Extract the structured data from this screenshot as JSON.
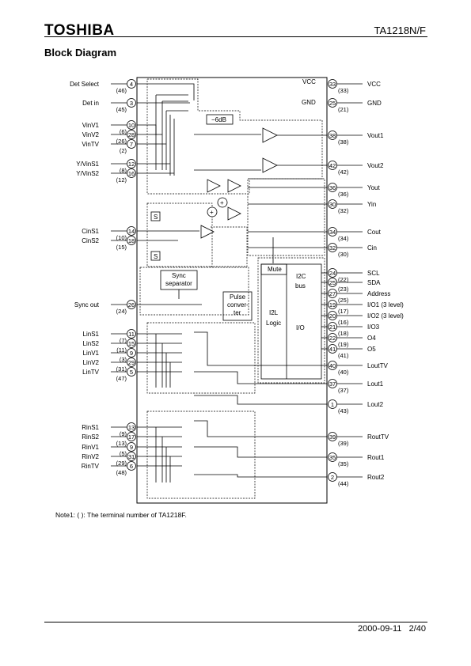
{
  "header": {
    "logo": "TOSHIBA",
    "part": "TA1218N/F"
  },
  "section_title": "Block Diagram",
  "note": "Note1: (    ): The terminal number of TA1218F.",
  "footer": {
    "date": "2000-09-11",
    "page": "2/40"
  },
  "internal_labels": {
    "vcc": "VCC",
    "gnd": "GND",
    "db": "−6dB",
    "mute": "Mute",
    "i2c": "I2C",
    "bus": "bus",
    "i2l": "I2L",
    "logic": "Logic",
    "io": "I/O",
    "sync_sep_1": "Sync",
    "sync_sep_2": "separator",
    "pulse_1": "Pulse",
    "pulse_2": "conver-",
    "pulse_3": "ter",
    "s": "S",
    "plus": "+"
  },
  "left_pins": [
    {
      "label": "Det Select",
      "pin": "4",
      "alt": "(46)"
    },
    {
      "label": "Det in",
      "pin": "3",
      "alt": "(45)"
    },
    {
      "label": "VinV1",
      "pin": "10",
      "alt": "(6)"
    },
    {
      "label": "VinV2",
      "pin": "28",
      "alt": "(26)"
    },
    {
      "label": "VinTV",
      "pin": "7",
      "alt": "(2)"
    },
    {
      "label": "Y/VinS1",
      "pin": "12",
      "alt": "(8)"
    },
    {
      "label": "Y/VinS2",
      "pin": "16",
      "alt": "(12)"
    },
    {
      "label": "CinS1",
      "pin": "14",
      "alt": "(10)"
    },
    {
      "label": "CinS2",
      "pin": "18",
      "alt": "(15)"
    },
    {
      "label": "Sync out",
      "pin": "26",
      "alt": "(24)"
    },
    {
      "label": "LinS1",
      "pin": "11",
      "alt": "(7)"
    },
    {
      "label": "LinS2",
      "pin": "15",
      "alt": "(11)"
    },
    {
      "label": "LinV1",
      "pin": "9",
      "alt": "(3)"
    },
    {
      "label": "LinV2",
      "pin": "29",
      "alt": "(31)"
    },
    {
      "label": "LinTV",
      "pin": "5",
      "alt": "(47)"
    },
    {
      "label": "RinS1",
      "pin": "13",
      "alt": "(9)"
    },
    {
      "label": "RinS2",
      "pin": "17",
      "alt": "(13)"
    },
    {
      "label": "RinV1",
      "pin": "9",
      "alt": "(5)"
    },
    {
      "label": "RinV2",
      "pin": "31",
      "alt": "(29)"
    },
    {
      "label": "RinTV",
      "pin": "6",
      "alt": "(48)"
    }
  ],
  "right_pins": [
    {
      "label": "VCC",
      "pin": "33",
      "alt": "(33)"
    },
    {
      "label": "GND",
      "pin": "25",
      "alt": "(21)"
    },
    {
      "label": "Vout1",
      "pin": "38",
      "alt": "(38)"
    },
    {
      "label": "Vout2",
      "pin": "42",
      "alt": "(42)"
    },
    {
      "label": "Yout",
      "pin": "36",
      "alt": "(36)"
    },
    {
      "label": "Yin",
      "pin": "30",
      "alt": "(32)"
    },
    {
      "label": "Cout",
      "pin": "34",
      "alt": "(34)"
    },
    {
      "label": "Cin",
      "pin": "32",
      "alt": "(30)"
    },
    {
      "label": "SCL",
      "pin": "24",
      "alt": "(22)"
    },
    {
      "label": "SDA",
      "pin": "25",
      "alt": "(23)"
    },
    {
      "label": "Address",
      "pin": "27",
      "alt": "(25)"
    },
    {
      "label": "I/O1 (3 level)",
      "pin": "19",
      "alt": "(17)"
    },
    {
      "label": "I/O2 (3 level)",
      "pin": "20",
      "alt": "(16)"
    },
    {
      "label": "I/O3",
      "pin": "21",
      "alt": "(18)"
    },
    {
      "label": "O4",
      "pin": "22",
      "alt": "(19)"
    },
    {
      "label": "O5",
      "pin": "41",
      "alt": "(41)"
    },
    {
      "label": "LoutTV",
      "pin": "40",
      "alt": "(40)"
    },
    {
      "label": "Lout1",
      "pin": "37",
      "alt": "(37)"
    },
    {
      "label": "Lout2",
      "pin": "1",
      "alt": "(43)"
    },
    {
      "label": "RoutTV",
      "pin": "39",
      "alt": "(39)"
    },
    {
      "label": "Rout1",
      "pin": "35",
      "alt": "(35)"
    },
    {
      "label": "Rout2",
      "pin": "2",
      "alt": "(44)"
    }
  ]
}
